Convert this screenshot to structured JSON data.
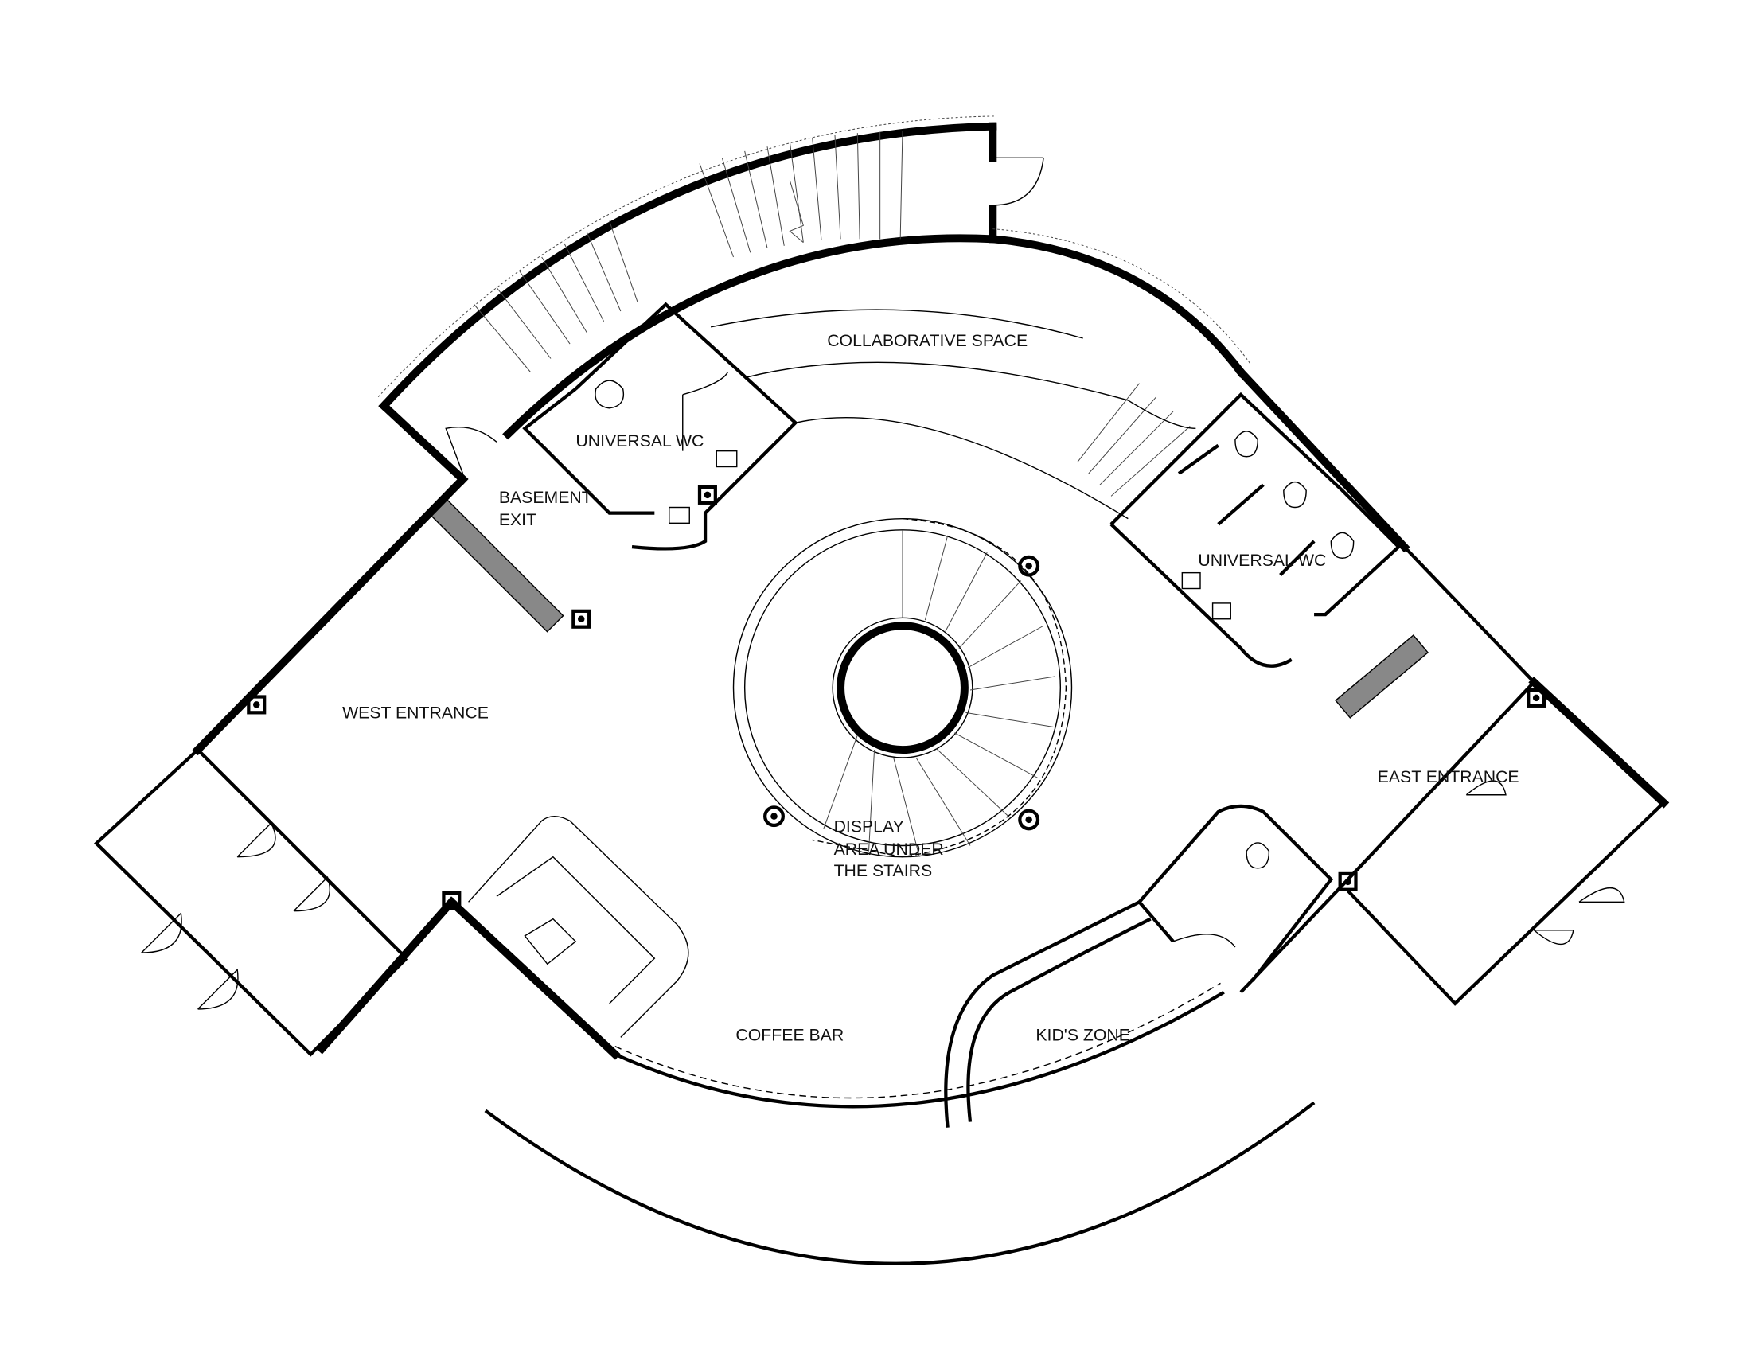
{
  "title": "Floor Plan",
  "rooms": {
    "collaborative_space": "COLLABORATIVE SPACE",
    "universal_wc_west": "UNIVERSAL WC",
    "universal_wc_east": "UNIVERSAL WC",
    "basement_exit": {
      "line1": "BASEMENT",
      "line2": "EXIT"
    },
    "west_entrance": "WEST ENTRANCE",
    "east_entrance": "EAST ENTRANCE",
    "display_area": {
      "line1": "DISPLAY",
      "line2": "AREA UNDER",
      "line3": "THE STAIRS"
    },
    "coffee_bar": "COFFEE BAR",
    "kids_zone": "KID'S ZONE"
  },
  "colors": {
    "wall": "#000000",
    "fill": "#888888",
    "background": "#ffffff"
  }
}
